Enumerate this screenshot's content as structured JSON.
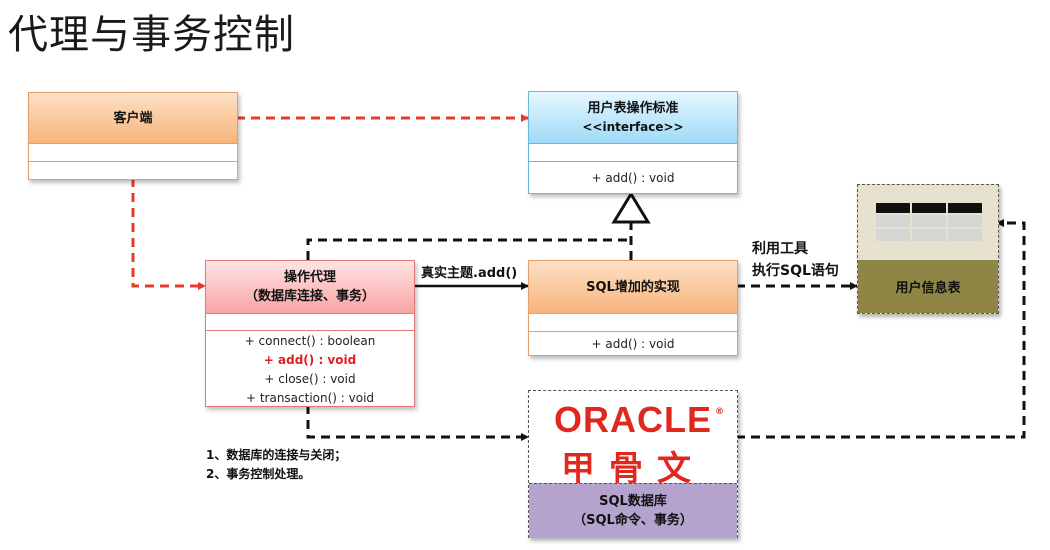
{
  "page_title": "代理与事务控制",
  "client": {
    "title": "客户端"
  },
  "iface": {
    "title": "用户表操作标准",
    "stereotype": "<<interface>>",
    "method": "+ add() : void"
  },
  "proxy": {
    "title": "操作代理",
    "subtitle": "（数据库连接、事务）",
    "methods": [
      "+ connect() : boolean",
      "+ add() : void",
      "+ close() : void",
      "+ transaction() : void"
    ]
  },
  "real": {
    "title": "SQL增加的实现",
    "method": "+ add() : void"
  },
  "utable": {
    "title": "用户信息表"
  },
  "db": {
    "logo_word": "ORACLE",
    "logo_reg": "®",
    "logo_cn": "甲骨文",
    "title": "SQL数据库",
    "subtitle": "（SQL命令、事务）"
  },
  "edges": {
    "real_add": "真实主题.add()",
    "sql_line1": "利用工具",
    "sql_line2": "执行SQL语句"
  },
  "notes": [
    "1、数据库的连接与关闭；",
    "2、事务控制处理。"
  ],
  "colors": {
    "red_arrow": "#e8392c",
    "black_arrow": "#111111",
    "highlight": "#e02020"
  }
}
